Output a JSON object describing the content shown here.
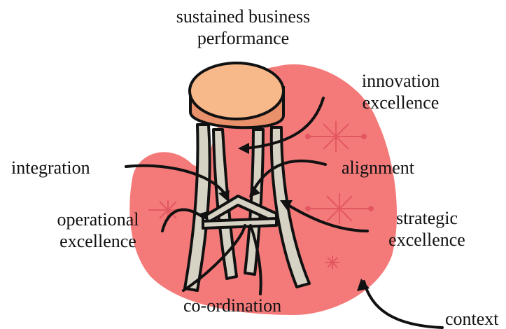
{
  "labels": {
    "top": {
      "line1": "sustained business",
      "line2": "performance"
    },
    "innovation": {
      "line1": "innovation",
      "line2": "excellence"
    },
    "integration": "integration",
    "alignment": "alignment",
    "operational": {
      "line1": "operational",
      "line2": "excellence"
    },
    "strategic": {
      "line1": "strategic",
      "line2": "excellence"
    },
    "coordination": "co-ordination",
    "context": "context"
  },
  "colors": {
    "blob": "#f47a7a",
    "seat": "#f7b98a",
    "seat_rim": "#e8916a",
    "leg_fill": "#d6d2c4",
    "stroke": "#111111",
    "sparkle": "#e0505a"
  }
}
